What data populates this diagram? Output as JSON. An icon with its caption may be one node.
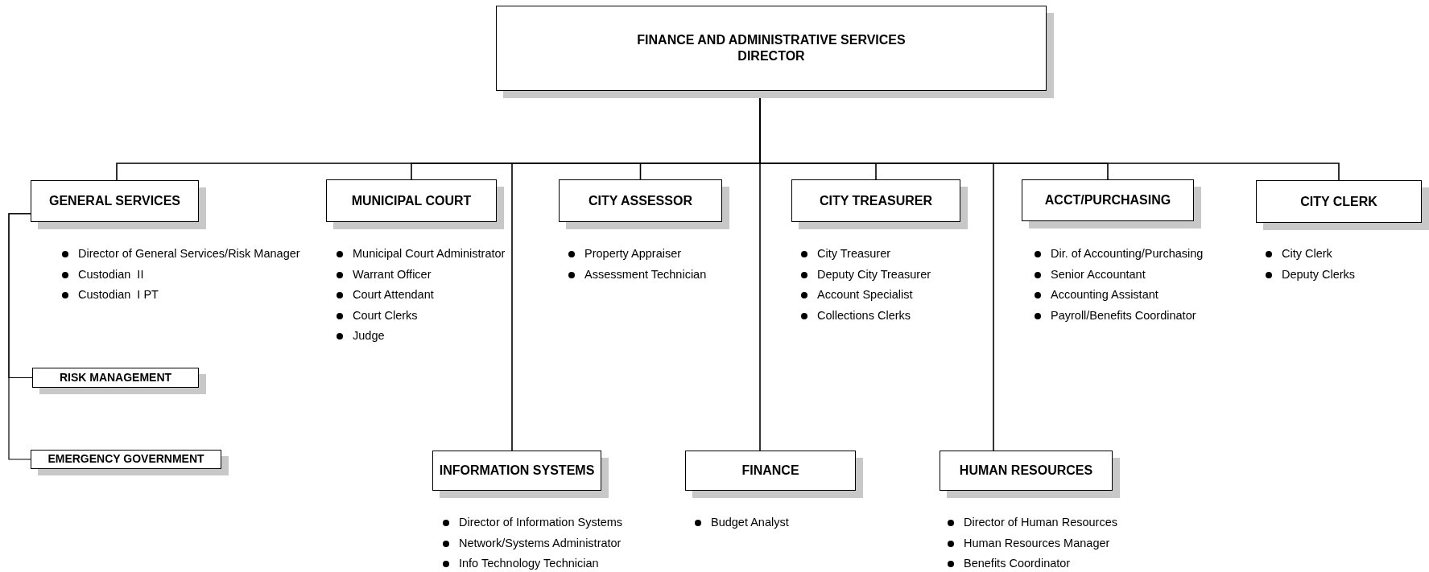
{
  "diagram": {
    "nodes": [
      {
        "text": [
          "FINANCE AND ADMINISTRATIVE SERVICES DIRECTOR"
        ]
      },
      {
        "text": [
          "GENERAL SERVICES"
        ],
        "beside": [
          "Director of General Services/Risk Manager",
          "Custodian  II",
          "Custodian  I PT"
        ]
      },
      {
        "text": [
          "MUNICIPAL COURT"
        ],
        "beside": [
          "Municipal Court Administrator",
          "Warrant Officer",
          "Court Attendant",
          "Court Clerks",
          "Judge"
        ]
      },
      {
        "text": [
          "CITY ASSESSOR"
        ],
        "beside": [
          "Property Appraiser",
          "Assessment Technician"
        ]
      },
      {
        "text": [
          "CITY TREASURER"
        ],
        "beside": [
          "City Treasurer",
          "Deputy City Treasurer",
          "Account Specialist",
          "Collections Clerks"
        ]
      },
      {
        "text": [
          "ACCT/PURCHASING"
        ],
        "beside": [
          "Dir. of Accounting/Purchasing",
          "Senior Accountant",
          "Accounting Assistant",
          "Payroll/Benefits Coordinator"
        ]
      },
      {
        "text": [
          "CITY CLERK"
        ],
        "beside": [
          "City Clerk",
          "Deputy Clerks"
        ]
      },
      {
        "text": [
          "RISK MANAGEMENT"
        ]
      },
      {
        "text": [
          "EMERGENCY GOVERNMENT"
        ]
      },
      {
        "text": [
          "INFORMATION SYSTEMS"
        ],
        "beside": [
          "Director of Information Systems",
          "Network/Systems Administrator",
          "Info Technology Technician"
        ]
      },
      {
        "text": [
          "FINANCE"
        ],
        "beside": [
          "Budget Analyst"
        ]
      },
      {
        "text": [
          "HUMAN RESOURCES"
        ],
        "beside": [
          "Director of Human Resources",
          "Human Resources Manager",
          "Benefits Coordinator"
        ]
      }
    ],
    "edges": [
      {
        "from": 0,
        "to": 1,
        "arrow": "none"
      },
      {
        "from": 0,
        "to": 2,
        "arrow": "none"
      },
      {
        "from": 0,
        "to": 3,
        "arrow": "none"
      },
      {
        "from": 0,
        "to": 4,
        "arrow": "none"
      },
      {
        "from": 0,
        "to": 5,
        "arrow": "none"
      },
      {
        "from": 0,
        "to": 6,
        "arrow": "none"
      },
      {
        "from": 0,
        "to": 9,
        "arrow": "none"
      },
      {
        "from": 0,
        "to": 10,
        "arrow": "none"
      },
      {
        "from": 0,
        "to": 11,
        "arrow": "none"
      },
      {
        "from": 1,
        "to": 7,
        "arrow": "none"
      },
      {
        "from": 1,
        "to": 8,
        "arrow": "none"
      }
    ]
  }
}
